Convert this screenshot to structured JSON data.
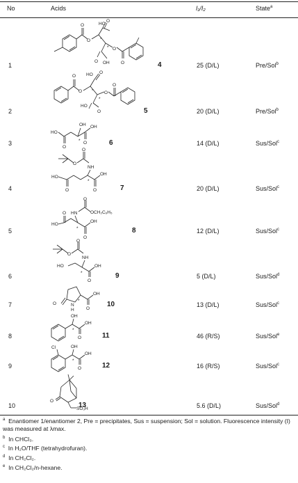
{
  "headers": {
    "no": "No",
    "acids": "Acids",
    "ratio": "I₁/I₂",
    "state": "State",
    "state_note": "a"
  },
  "rows": [
    {
      "no": "1",
      "compound": "4",
      "ratio_value": "25",
      "ratio_pair": "(D/L)",
      "state": "Pre/Sol",
      "note": "b"
    },
    {
      "no": "2",
      "compound": "5",
      "ratio_value": "20",
      "ratio_pair": "(D/L)",
      "state": "Pre/Sol",
      "note": "b"
    },
    {
      "no": "3",
      "compound": "6",
      "ratio_value": "14",
      "ratio_pair": "(D/L)",
      "state": "Sus/Sol",
      "note": "c"
    },
    {
      "no": "4",
      "compound": "7",
      "ratio_value": "20",
      "ratio_pair": "(D/L)",
      "state": "Sus/Sol",
      "note": "c"
    },
    {
      "no": "5",
      "compound": "8",
      "ratio_value": "12",
      "ratio_pair": "(D/L)",
      "state": "Sus/Sol",
      "note": "c"
    },
    {
      "no": "6",
      "compound": "9",
      "ratio_value": "5",
      "ratio_pair": "(D/L)",
      "state": "Sus/Sol",
      "note": "d"
    },
    {
      "no": "7",
      "compound": "10",
      "ratio_value": "13",
      "ratio_pair": "(D/L)",
      "state": "Sus/Sol",
      "note": "c"
    },
    {
      "no": "8",
      "compound": "11",
      "ratio_value": "46",
      "ratio_pair": "(R/S)",
      "state": "Sus/Sol",
      "note": "e"
    },
    {
      "no": "9",
      "compound": "12",
      "ratio_value": "16",
      "ratio_pair": "(R/S)",
      "state": "Sus/Sol",
      "note": "c"
    },
    {
      "no": "10",
      "compound": "13",
      "ratio_value": "5.6",
      "ratio_pair": "(D/L)",
      "state": "Sus/Sol",
      "note": "d"
    }
  ],
  "structure_labels": {
    "ho": "HO",
    "oh": "OH",
    "o": "O",
    "nh": "NH",
    "hn": "HN",
    "n": "N",
    "h": "H",
    "cl": "Cl",
    "star": "*",
    "cbz": "OCH₂C₆H₅",
    "so3h": "SO₃H"
  },
  "footnotes": [
    {
      "mark": "a",
      "text": "Enantiomer 1/enantiomer 2, Pre = precipitates, Sus = suspension; Sol = solution. Fluorescence intensity (I) was measured at λmax."
    },
    {
      "mark": "b",
      "text": "In CHCl₃."
    },
    {
      "mark": "c",
      "text": "In H₂O/THF (tetrahydrofuran)."
    },
    {
      "mark": "d",
      "text": "In CH₂Cl₂."
    },
    {
      "mark": "e",
      "text": "In CH₂Cl₂/n-hexane."
    }
  ]
}
